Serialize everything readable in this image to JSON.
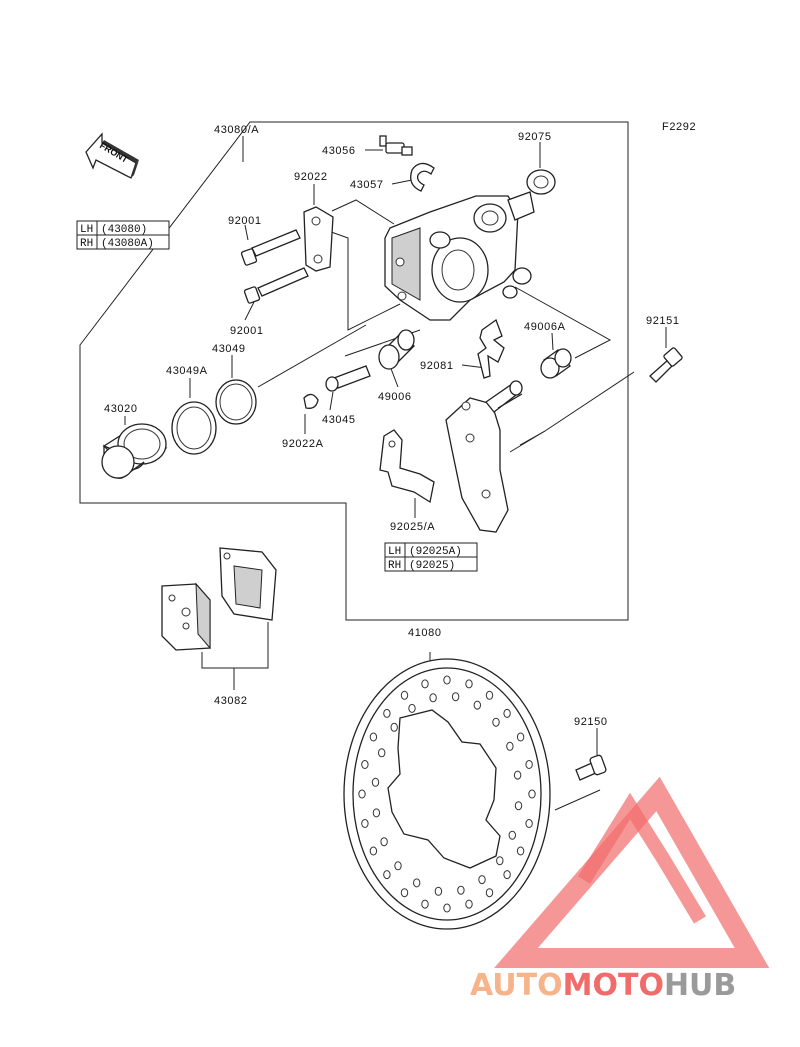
{
  "figure_code": "F2292",
  "front_arrow": "FRONT",
  "parts": {
    "p43080": "43080/A",
    "p43056": "43056",
    "p43057": "43057",
    "p92075": "92075",
    "p92022": "92022",
    "p92001a": "92001",
    "p92001b": "92001",
    "p43049": "43049",
    "p43049a": "43049A",
    "p43020": "43020",
    "p43045": "43045",
    "p92022a": "92022A",
    "p49006": "49006",
    "p49006a": "49006A",
    "p92081": "92081",
    "p92151": "92151",
    "p92025": "92025/A",
    "p43082": "43082",
    "p41080": "41080",
    "p92150": "92150"
  },
  "table_43080": {
    "lh": "LH",
    "lh_val": "(43080)",
    "rh": "RH",
    "rh_val": "(43080A)"
  },
  "table_92025": {
    "lh": "LH",
    "lh_val": "(92025A)",
    "rh": "RH",
    "rh_val": "(92025)"
  },
  "watermark": {
    "part1": "AUTO",
    "part2": "MOTO",
    "part3": "HUB",
    "color1": "#f7b48a",
    "color2": "#f26b6b",
    "color3": "#9a9a9a"
  }
}
